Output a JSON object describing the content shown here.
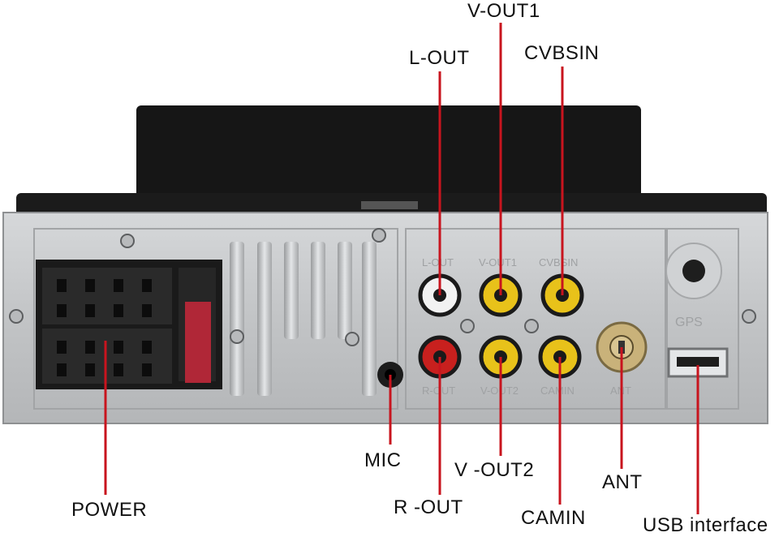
{
  "colors": {
    "leader_line": "#c8141e",
    "panel_metal": "#c4c6c8",
    "housing_black": "#141414",
    "rca_white": "#f2f2f2",
    "rca_yellow": "#e8c21a",
    "rca_red": "#c8201e",
    "ant_brass": "#c9b27a",
    "fuse_red": "#c0283a"
  },
  "callouts": {
    "v_out1": "V-OUT1",
    "l_out": "L-OUT",
    "cvbsin": "CVBSIN",
    "mic": "MIC",
    "v_out2": "V -OUT2",
    "ant": "ANT",
    "power": "POWER",
    "r_out": "R -OUT",
    "camin": "CAMIN",
    "usb": "USB interface"
  },
  "panel_labels": {
    "l_out": "L-OUT",
    "v_out1": "V-OUT1",
    "cvbsin": "CVBSIN",
    "r_out": "R-OUT",
    "v_out2": "V-OUT2",
    "camin": "CAMIN",
    "ant": "ANT",
    "gps": "GPS"
  }
}
